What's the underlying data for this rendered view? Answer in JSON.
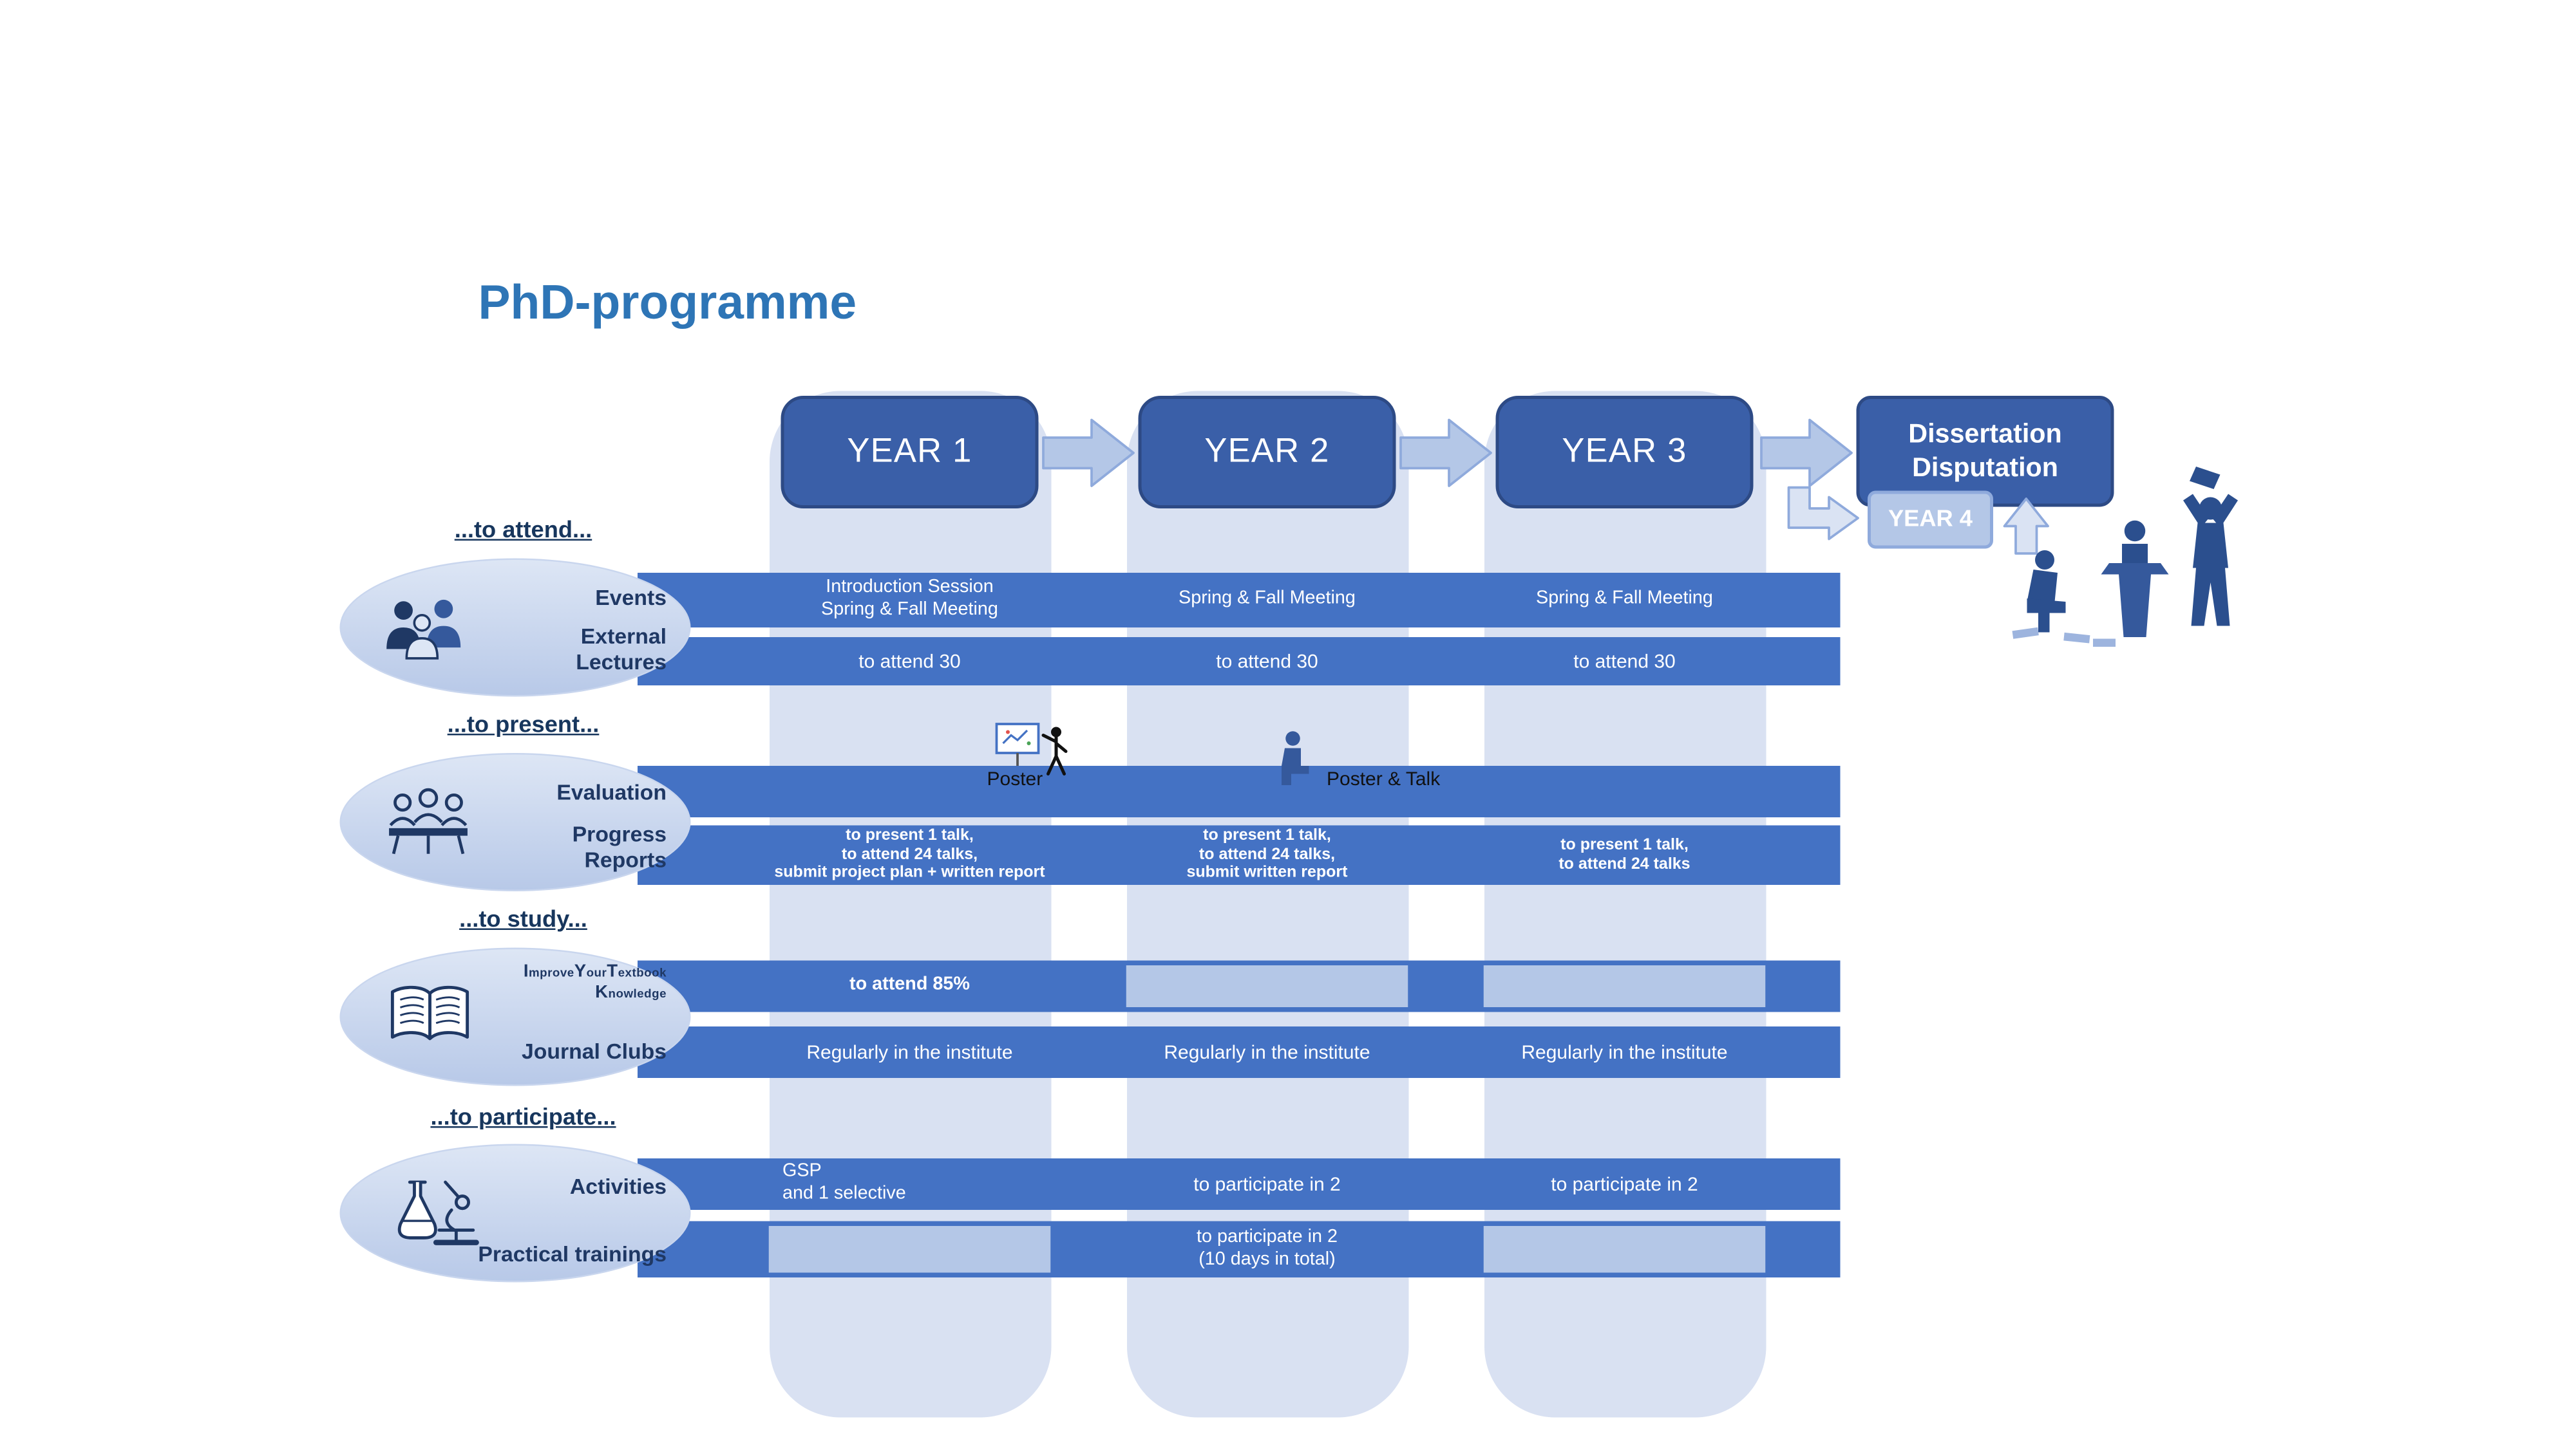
{
  "title": "PhD-programme",
  "years": [
    {
      "label": "YEAR 1"
    },
    {
      "label": "YEAR 2"
    },
    {
      "label": "YEAR 3"
    }
  ],
  "finale": {
    "dissertation_line1": "Dissertation",
    "dissertation_line2": "Disputation",
    "year4_label": "YEAR 4"
  },
  "overlays": {
    "poster_label": "Poster",
    "poster_talk_label": "Poster & Talk"
  },
  "sections": [
    {
      "header": "...to attend...",
      "labels": [
        "Events",
        "External Lectures"
      ],
      "rows": [
        {
          "cells": [
            {
              "text": "Introduction Session\nSpring & Fall Meeting",
              "box": false
            },
            {
              "text": "Spring  & Fall Meeting",
              "box": false
            },
            {
              "text": "Spring  & Fall Meeting",
              "box": false
            }
          ]
        },
        {
          "cells": [
            {
              "text": "to attend 30",
              "box": false
            },
            {
              "text": "to attend 30",
              "box": false
            },
            {
              "text": "to attend 30",
              "box": false
            }
          ]
        }
      ]
    },
    {
      "header": "...to present...",
      "labels": [
        "Evaluation",
        "Progress Reports"
      ],
      "rows": [
        {
          "cells": [
            {
              "text": "",
              "box": false
            },
            {
              "text": "",
              "box": false
            },
            {
              "text": "",
              "box": false
            }
          ]
        },
        {
          "cells": [
            {
              "text": "to present 1 talk,\nto attend 24 talks,\nsubmit project plan + written report",
              "box": false
            },
            {
              "text": "to present 1 talk,\nto attend 24 talks,\nsubmit written report",
              "box": false
            },
            {
              "text": "to present 1 talk,\nto attend 24 talks",
              "box": false
            }
          ]
        }
      ]
    },
    {
      "header": "...to study...",
      "labels": [
        "ImproveYourTextbook Knowledge",
        "Journal Clubs"
      ],
      "iytk_parts": [
        [
          "I",
          "mprove"
        ],
        [
          "Y",
          "our"
        ],
        [
          "T",
          "extbook"
        ],
        [
          "K",
          "nowledge"
        ]
      ],
      "rows": [
        {
          "cells": [
            {
              "text": "to attend 85%",
              "box": false
            },
            {
              "text": "",
              "box": true
            },
            {
              "text": "",
              "box": true
            }
          ]
        },
        {
          "cells": [
            {
              "text": "Regularly in the institute",
              "box": false
            },
            {
              "text": "Regularly in the institute",
              "box": false
            },
            {
              "text": "Regularly in the institute",
              "box": false
            }
          ]
        }
      ]
    },
    {
      "header": "...to participate...",
      "labels": [
        "Activities",
        "Practical trainings"
      ],
      "rows": [
        {
          "cells": [
            {
              "text": "GSP\nand 1 selective",
              "box": false
            },
            {
              "text": "to participate in 2",
              "box": false
            },
            {
              "text": "to participate in 2",
              "box": false
            }
          ]
        },
        {
          "cells": [
            {
              "text": "",
              "box": true
            },
            {
              "text": "to participate in 2\n(10 days in total)",
              "box": false
            },
            {
              "text": "",
              "box": true
            }
          ]
        }
      ]
    }
  ],
  "colors": {
    "bar_blue": "#4472c4",
    "year_box_blue": "#3a5fa8",
    "track_light": "#d9e1f2",
    "inner_box_light": "#b4c7e7",
    "navy_text": "#17365d",
    "title_blue": "#2e75b6",
    "arrow_fill": "#b4c7e7"
  }
}
